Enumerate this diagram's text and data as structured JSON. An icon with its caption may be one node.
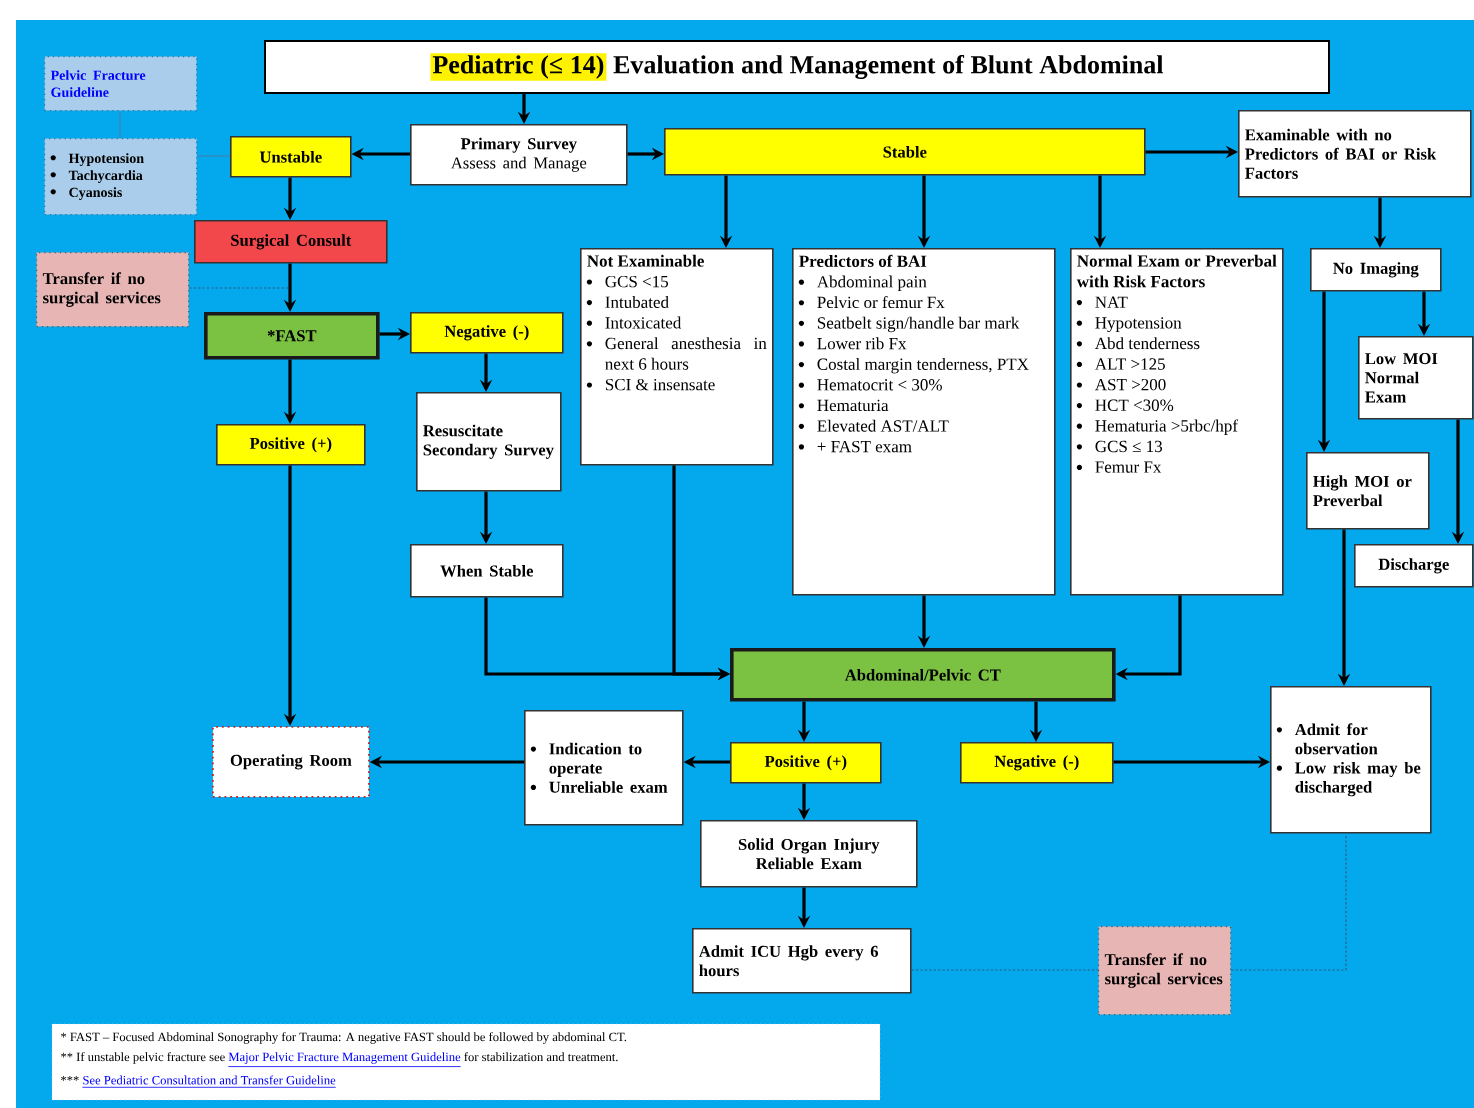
{
  "diagram": {
    "nodes": [
      {
        "text": [
          "Pediatric (≤ 14)",
          "Evaluation and Management of Blunt Abdominal"
        ]
      },
      {
        "text": [
          "Pelvic Fracture Guideline"
        ]
      },
      {
        "text": [
          "Hypotension",
          "Tachycardia",
          "Cyanosis"
        ]
      },
      {
        "text": [
          "Unstable"
        ]
      },
      {
        "text": [
          "Primary Survey",
          "Assess and Manage"
        ]
      },
      {
        "text": [
          "Stable"
        ]
      },
      {
        "text": [
          "Examinable with no Predictors of BAI or Risk Factors"
        ]
      },
      {
        "text": [
          "Surgical Consult"
        ]
      },
      {
        "text": [
          "Transfer if no surgical services"
        ]
      },
      {
        "text": [
          "*FAST"
        ]
      },
      {
        "text": [
          "Negative (-)"
        ]
      },
      {
        "text": [
          "Positive (+)"
        ]
      },
      {
        "text": [
          "Resuscitate Secondary Survey"
        ]
      },
      {
        "text": [
          "When Stable"
        ]
      },
      {
        "text": [
          "Not Examinable",
          "GCS <15",
          "Intubated",
          "Intoxicated",
          "General anesthesia in next 6 hours",
          "SCI & insensate"
        ]
      },
      {
        "text": [
          "Predictors of BAI",
          "Abdominal pain",
          "Pelvic or femur Fx",
          "Seatbelt sign/handle bar mark",
          "Lower rib Fx",
          "Costal margin tenderness, PTX",
          "Hematocrit < 30%",
          "Hematuria",
          "Elevated AST/ALT",
          "+ FAST exam"
        ]
      },
      {
        "text": [
          "Normal Exam or Preverbal with Risk Factors",
          "NAT",
          "Hypotension",
          "Abd tenderness",
          "ALT >125",
          "AST >200",
          "HCT <30%",
          "Hematuria >5rbc/hpf",
          "GCS ≤ 13",
          "Femur Fx"
        ]
      },
      {
        "text": [
          "No Imaging"
        ]
      },
      {
        "text": [
          "Low MOI Normal Exam"
        ]
      },
      {
        "text": [
          "High MOI or Preverbal"
        ]
      },
      {
        "text": [
          "Discharge"
        ]
      },
      {
        "text": [
          "Abdominal/Pelvic CT"
        ]
      },
      {
        "text": [
          "Operating Room"
        ]
      },
      {
        "text": [
          "Indication to operate",
          "Unreliable exam"
        ]
      },
      {
        "text": [
          "Positive (+)"
        ]
      },
      {
        "text": [
          "Negative (-)"
        ]
      },
      {
        "text": [
          "Admit for observation",
          "Low risk may be discharged"
        ]
      },
      {
        "text": [
          "Solid Organ Injury Reliable Exam"
        ]
      },
      {
        "text": [
          "Admit ICU Hgb every 6 hours"
        ]
      },
      {
        "text": [
          "Transfer if no surgical services"
        ]
      }
    ],
    "edges": [
      {
        "from": 0,
        "to": 4,
        "arrow": "to"
      },
      {
        "from": 4,
        "to": 3,
        "arrow": "to"
      },
      {
        "from": 4,
        "to": 5,
        "arrow": "to"
      },
      {
        "from": 1,
        "to": 2,
        "arrow": "none",
        "color": "#4a7fa8"
      },
      {
        "from": 2,
        "to": 3,
        "arrow": "none",
        "color": "#4a7fa8"
      },
      {
        "from": 3,
        "to": 7,
        "arrow": "to"
      },
      {
        "from": 7,
        "to": 9,
        "arrow": "to"
      },
      {
        "from": 8,
        "to": null,
        "arrow": "none",
        "style": "dashed",
        "color": "#2d5f8a"
      },
      {
        "from": 9,
        "to": 10,
        "arrow": "to"
      },
      {
        "from": 9,
        "to": 11,
        "arrow": "to"
      },
      {
        "from": 10,
        "to": 12,
        "arrow": "to"
      },
      {
        "from": 12,
        "to": 13,
        "arrow": "to"
      },
      {
        "from": 11,
        "to": 22,
        "arrow": "to"
      },
      {
        "from": 13,
        "to": 21,
        "arrow": "to"
      },
      {
        "from": 5,
        "to": 14,
        "arrow": "to"
      },
      {
        "from": 5,
        "to": 15,
        "arrow": "to"
      },
      {
        "from": 5,
        "to": 16,
        "arrow": "to"
      },
      {
        "from": 5,
        "to": 6,
        "arrow": "to"
      },
      {
        "from": 14,
        "to": 21,
        "arrow": "to"
      },
      {
        "from": 15,
        "to": 21,
        "arrow": "to"
      },
      {
        "from": 16,
        "to": 21,
        "arrow": "to"
      },
      {
        "from": 6,
        "to": 17,
        "arrow": "to"
      },
      {
        "from": 17,
        "to": 18,
        "arrow": "to"
      },
      {
        "from": 17,
        "to": 19,
        "arrow": "to"
      },
      {
        "from": 18,
        "to": 20,
        "arrow": "to"
      },
      {
        "from": 19,
        "to": 26,
        "arrow": "to"
      },
      {
        "from": 21,
        "to": 24,
        "arrow": "to"
      },
      {
        "from": 21,
        "to": 25,
        "arrow": "to"
      },
      {
        "from": 24,
        "to": 23,
        "arrow": "to"
      },
      {
        "from": 23,
        "to": 22,
        "arrow": "to"
      },
      {
        "from": 24,
        "to": 27,
        "arrow": "to"
      },
      {
        "from": 27,
        "to": 28,
        "arrow": "to"
      },
      {
        "from": 25,
        "to": 26,
        "arrow": "to"
      },
      {
        "from": 28,
        "to": 29,
        "arrow": "none",
        "style": "dashed",
        "color": "#2d5f8a"
      },
      {
        "from": 29,
        "to": 26,
        "arrow": "none",
        "style": "dashed",
        "color": "#2d5f8a"
      }
    ],
    "labels": [
      "* FAST – Focused Abdominal Sonography for Trauma: A negative FAST should be followed by abdominal CT.",
      "** If unstable pelvic fracture see",
      "Major Pelvic Fracture Management Guideline",
      "for stabilization and treatment.",
      "***",
      "See Pediatric Consultation and Transfer Guideline"
    ]
  }
}
